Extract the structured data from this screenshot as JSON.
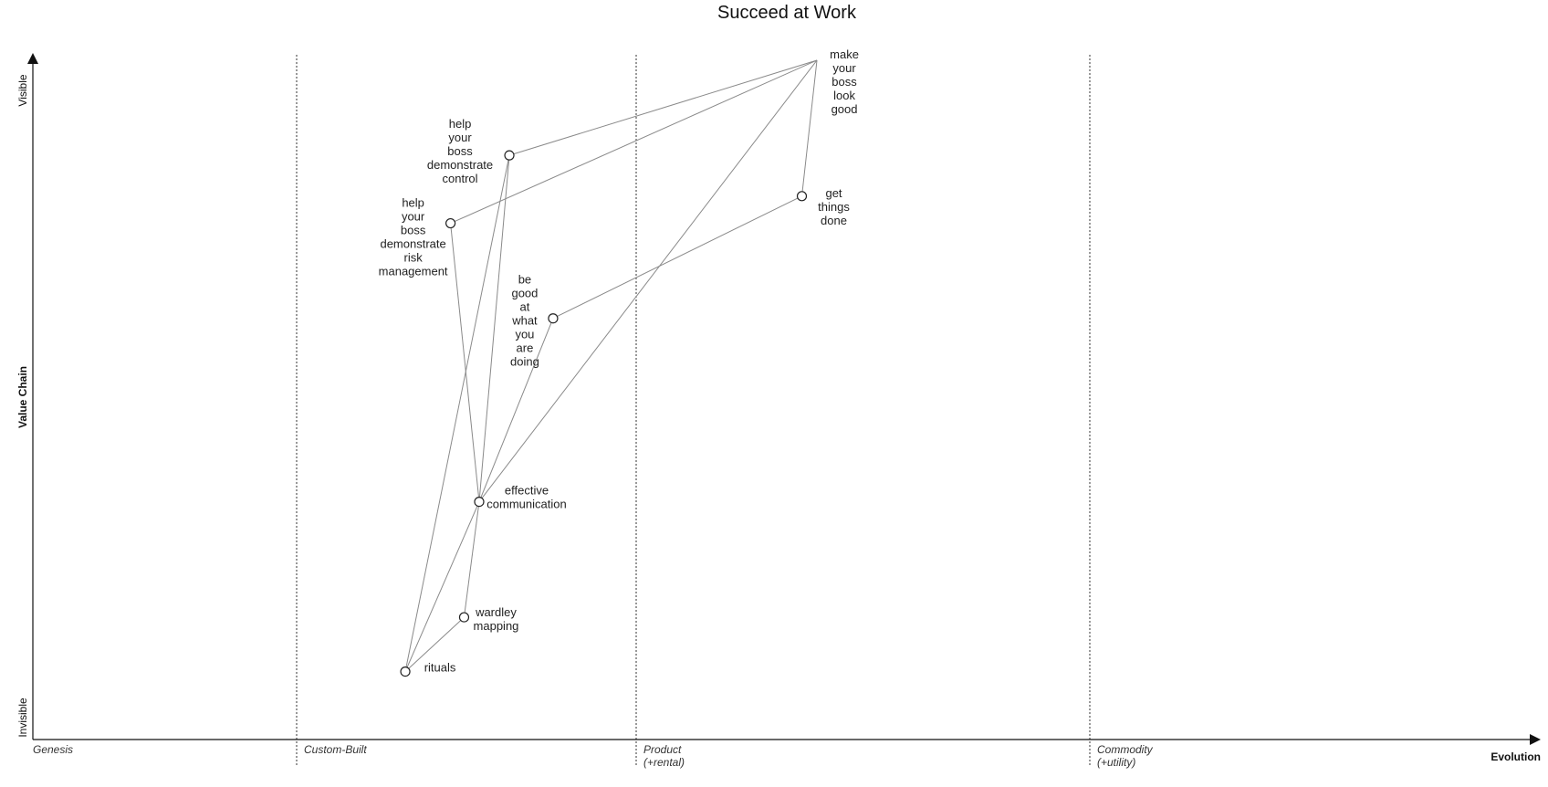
{
  "title": "Succeed at Work",
  "axes": {
    "y_label": "Value Chain",
    "y_top_label": "Visible",
    "y_bottom_label": "Invisible",
    "x_label": "Evolution"
  },
  "stages": [
    {
      "lines": [
        "Genesis"
      ]
    },
    {
      "lines": [
        "Custom-Built"
      ]
    },
    {
      "lines": [
        "Product",
        "(+rental)"
      ]
    },
    {
      "lines": [
        "Commodity",
        "(+utility)"
      ]
    }
  ],
  "components": [
    {
      "id": "make_boss_look_good",
      "label_lines": [
        "make",
        "your",
        "boss",
        "look",
        "good"
      ],
      "evolution": 0.52,
      "visibility": 1.0,
      "show_node": false
    },
    {
      "id": "help_boss_control",
      "label_lines": [
        "help",
        "your",
        "boss",
        "demonstrate",
        "control"
      ],
      "evolution": 0.316,
      "visibility": 0.86,
      "show_node": true
    },
    {
      "id": "get_things_done",
      "label_lines": [
        "get",
        "things",
        "done"
      ],
      "evolution": 0.51,
      "visibility": 0.8,
      "show_node": true
    },
    {
      "id": "help_boss_risk",
      "label_lines": [
        "help",
        "your",
        "boss",
        "demonstrate",
        "risk",
        "management"
      ],
      "evolution": 0.277,
      "visibility": 0.76,
      "show_node": true
    },
    {
      "id": "be_good",
      "label_lines": [
        "be",
        "good",
        "at",
        "what",
        "you",
        "are",
        "doing"
      ],
      "evolution": 0.345,
      "visibility": 0.62,
      "show_node": true
    },
    {
      "id": "effective_communication",
      "label_lines": [
        "effective",
        "communication"
      ],
      "evolution": 0.296,
      "visibility": 0.35,
      "show_node": true
    },
    {
      "id": "wardley_mapping",
      "label_lines": [
        "wardley",
        "mapping"
      ],
      "evolution": 0.286,
      "visibility": 0.18,
      "show_node": true
    },
    {
      "id": "rituals",
      "label_lines": [
        "rituals"
      ],
      "evolution": 0.247,
      "visibility": 0.1,
      "show_node": true
    }
  ],
  "links": [
    [
      "make_boss_look_good",
      "help_boss_control"
    ],
    [
      "make_boss_look_good",
      "help_boss_risk"
    ],
    [
      "make_boss_look_good",
      "get_things_done"
    ],
    [
      "make_boss_look_good",
      "effective_communication"
    ],
    [
      "get_things_done",
      "be_good"
    ],
    [
      "help_boss_control",
      "effective_communication"
    ],
    [
      "help_boss_control",
      "rituals"
    ],
    [
      "help_boss_risk",
      "effective_communication"
    ],
    [
      "be_good",
      "effective_communication"
    ],
    [
      "effective_communication",
      "wardley_mapping"
    ],
    [
      "effective_communication",
      "rituals"
    ],
    [
      "wardley_mapping",
      "rituals"
    ]
  ],
  "colors": {
    "link": "#8a8a8a",
    "node_stroke": "#222222",
    "axis": "#111111"
  }
}
